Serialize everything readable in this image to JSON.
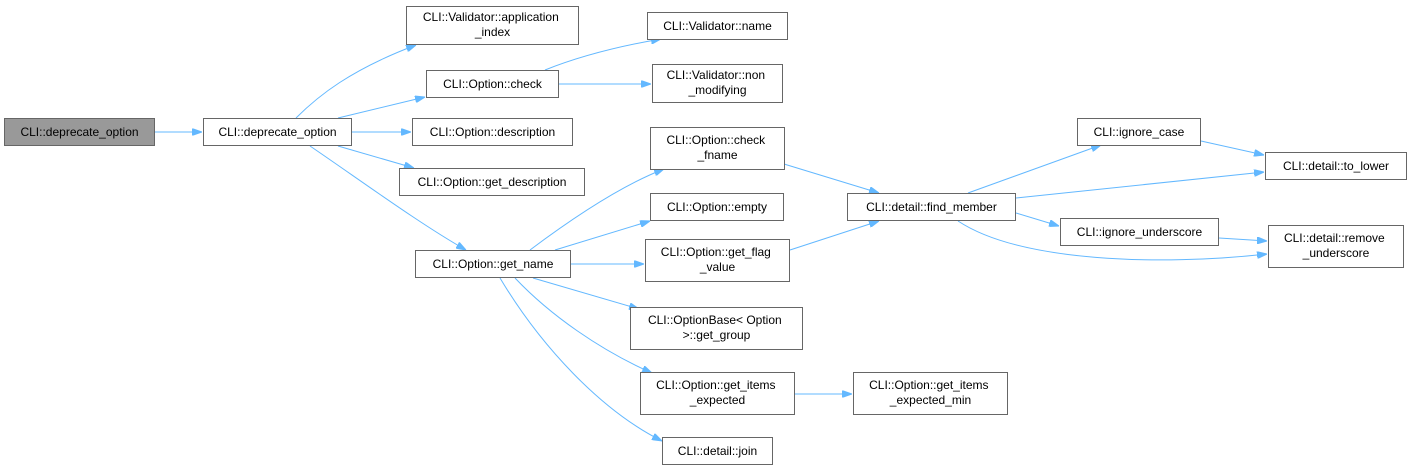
{
  "colors": {
    "edge": "#63b8ff",
    "node_border": "#666666",
    "node_fill": "#ffffff",
    "root_fill": "#999999"
  },
  "nodes": {
    "root": {
      "lines": [
        "CLI::deprecate_option"
      ]
    },
    "deprecate_option": {
      "lines": [
        "CLI::deprecate_option"
      ]
    },
    "application_index": {
      "lines": [
        "CLI::Validator::application",
        "_index"
      ]
    },
    "option_check": {
      "lines": [
        "CLI::Option::check"
      ]
    },
    "option_description": {
      "lines": [
        "CLI::Option::description"
      ]
    },
    "option_get_description": {
      "lines": [
        "CLI::Option::get_description"
      ]
    },
    "option_get_name": {
      "lines": [
        "CLI::Option::get_name"
      ]
    },
    "validator_name": {
      "lines": [
        "CLI::Validator::name"
      ]
    },
    "validator_non_modifying": {
      "lines": [
        "CLI::Validator::non",
        "_modifying"
      ]
    },
    "option_check_fname": {
      "lines": [
        "CLI::Option::check",
        "_fname"
      ]
    },
    "option_empty": {
      "lines": [
        "CLI::Option::empty"
      ]
    },
    "option_get_flag_value": {
      "lines": [
        "CLI::Option::get_flag",
        "_value"
      ]
    },
    "optionbase_get_group": {
      "lines": [
        "CLI::OptionBase< Option",
        ">::get_group"
      ]
    },
    "option_get_items_expected": {
      "lines": [
        "CLI::Option::get_items",
        "_expected"
      ]
    },
    "detail_join": {
      "lines": [
        "CLI::detail::join"
      ]
    },
    "option_get_items_expected_min": {
      "lines": [
        "CLI::Option::get_items",
        "_expected_min"
      ]
    },
    "detail_find_member": {
      "lines": [
        "CLI::detail::find_member"
      ]
    },
    "ignore_case": {
      "lines": [
        "CLI::ignore_case"
      ]
    },
    "ignore_underscore": {
      "lines": [
        "CLI::ignore_underscore"
      ]
    },
    "detail_to_lower": {
      "lines": [
        "CLI::detail::to_lower"
      ]
    },
    "detail_remove_underscore": {
      "lines": [
        "CLI::detail::remove",
        "_underscore"
      ]
    }
  }
}
